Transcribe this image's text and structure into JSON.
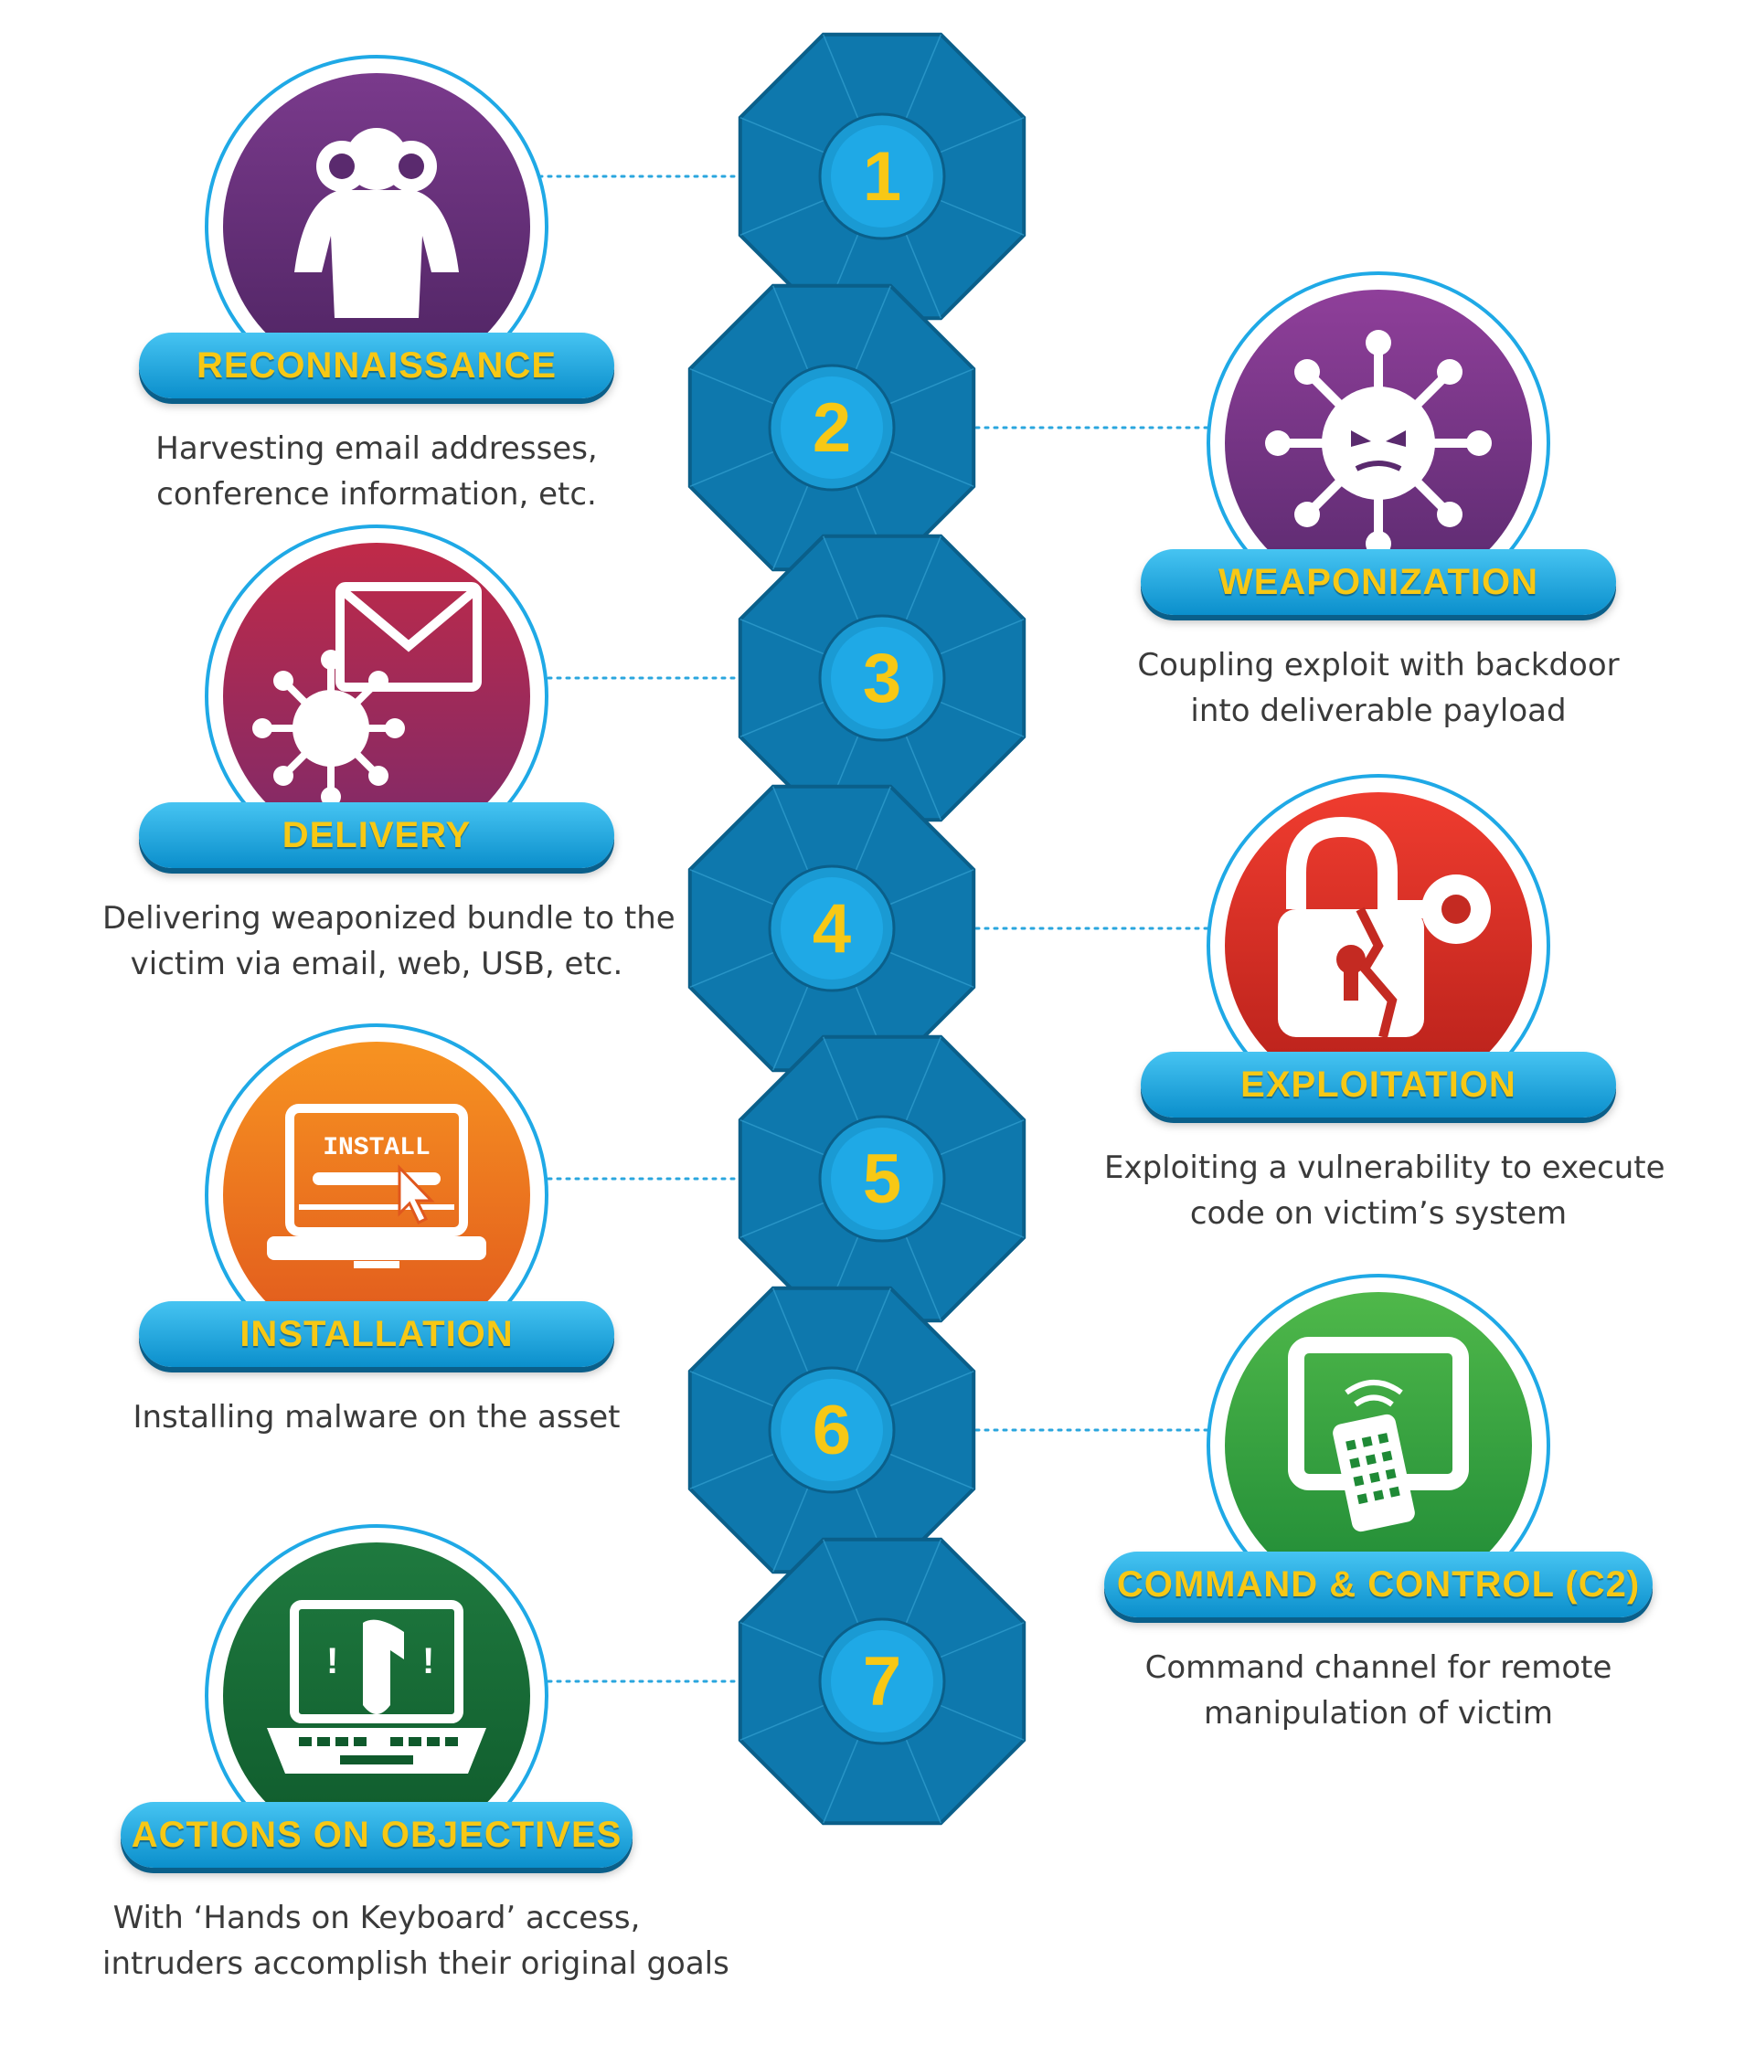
{
  "stages": [
    {
      "number": "1",
      "title": "RECONNAISSANCE",
      "icon": "binoculars-icon",
      "color_top": "#7a3a8c",
      "color_bottom": "#4e2462",
      "description": [
        "Harvesting email addresses,",
        "conference information, etc."
      ]
    },
    {
      "number": "2",
      "title": "WEAPONIZATION",
      "icon": "virus-icon",
      "color_top": "#8f3f9a",
      "color_bottom": "#5a2a6e",
      "description": [
        "Coupling exploit with backdoor",
        "into deliverable payload"
      ]
    },
    {
      "number": "3",
      "title": "DELIVERY",
      "icon": "email-virus-icon",
      "color_top": "#c02a48",
      "color_bottom": "#7d2a6a",
      "description": [
        "Delivering weaponized bundle to the",
        "victim via email, web, USB, etc."
      ]
    },
    {
      "number": "4",
      "title": "EXPLOITATION",
      "icon": "broken-lock-icon",
      "color_top": "#ef3c2f",
      "color_bottom": "#b6201a",
      "description": [
        "Exploiting a vulnerability to execute",
        "code on victim’s system"
      ]
    },
    {
      "number": "5",
      "title": "INSTALLATION",
      "icon": "install-laptop-icon",
      "color_top": "#f79321",
      "color_bottom": "#e0571d",
      "description": [
        "Installing malware on the asset"
      ]
    },
    {
      "number": "6",
      "title": "COMMAND & CONTROL (C2)",
      "icon": "remote-control-icon",
      "color_top": "#4fb84a",
      "color_bottom": "#1f8a36",
      "description": [
        "Command channel for remote",
        "manipulation of victim"
      ]
    },
    {
      "number": "7",
      "title": "ACTIONS ON OBJECTIVES",
      "icon": "hands-on-keyboard-icon",
      "color_top": "#1f7a3f",
      "color_bottom": "#0f5a2c",
      "description": [
        "With ‘Hands on Keyboard’ access,",
        "intruders accomplish their original goals"
      ]
    }
  ],
  "colors": {
    "spine": "#0e78ad",
    "spine_light": "#1a9ad3",
    "banner": "#1fa9e6",
    "title_text": "#f7c815",
    "number_text": "#f7c815",
    "connector": "#2aa6de"
  }
}
